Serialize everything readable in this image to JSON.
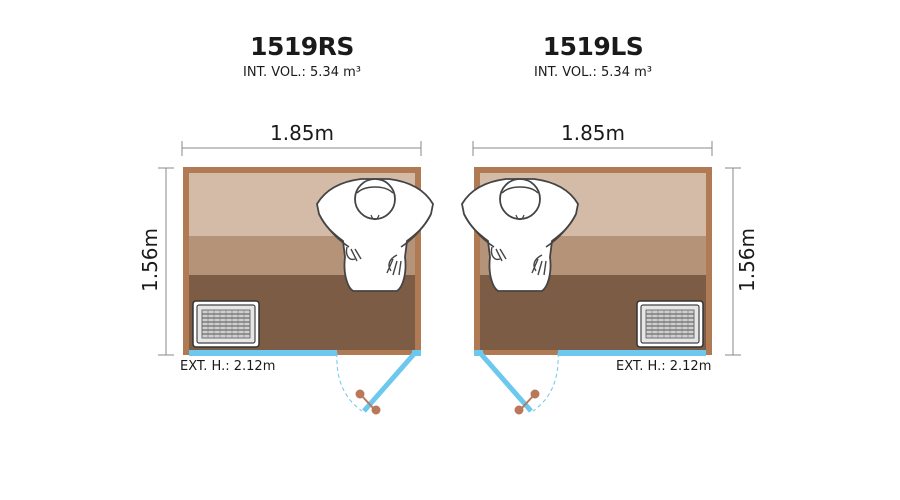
{
  "colors": {
    "wall": "#b07a55",
    "bench_top": "#d4bba7",
    "bench_mid": "#b59378",
    "floor": "#7d5c45",
    "door": "#6cc8ec",
    "handle": "#b9785a",
    "dimension_line": "#8a8a8a"
  },
  "units": [
    {
      "model": "1519RS",
      "volume": "INT. VOL.: 5.34 m³",
      "width": "1.85m",
      "depth": "1.56m",
      "ext_height": "EXT. H.: 2.12m",
      "heater_side": "left",
      "door_hinge": "right"
    },
    {
      "model": "1519LS",
      "volume": "INT. VOL.: 5.34 m³",
      "width": "1.85m",
      "depth": "1.56m",
      "ext_height": "EXT. H.: 2.12m",
      "heater_side": "right",
      "door_hinge": "left"
    }
  ],
  "icons": [
    "person-top-view-icon",
    "heater-icon",
    "door-handle-icon"
  ]
}
